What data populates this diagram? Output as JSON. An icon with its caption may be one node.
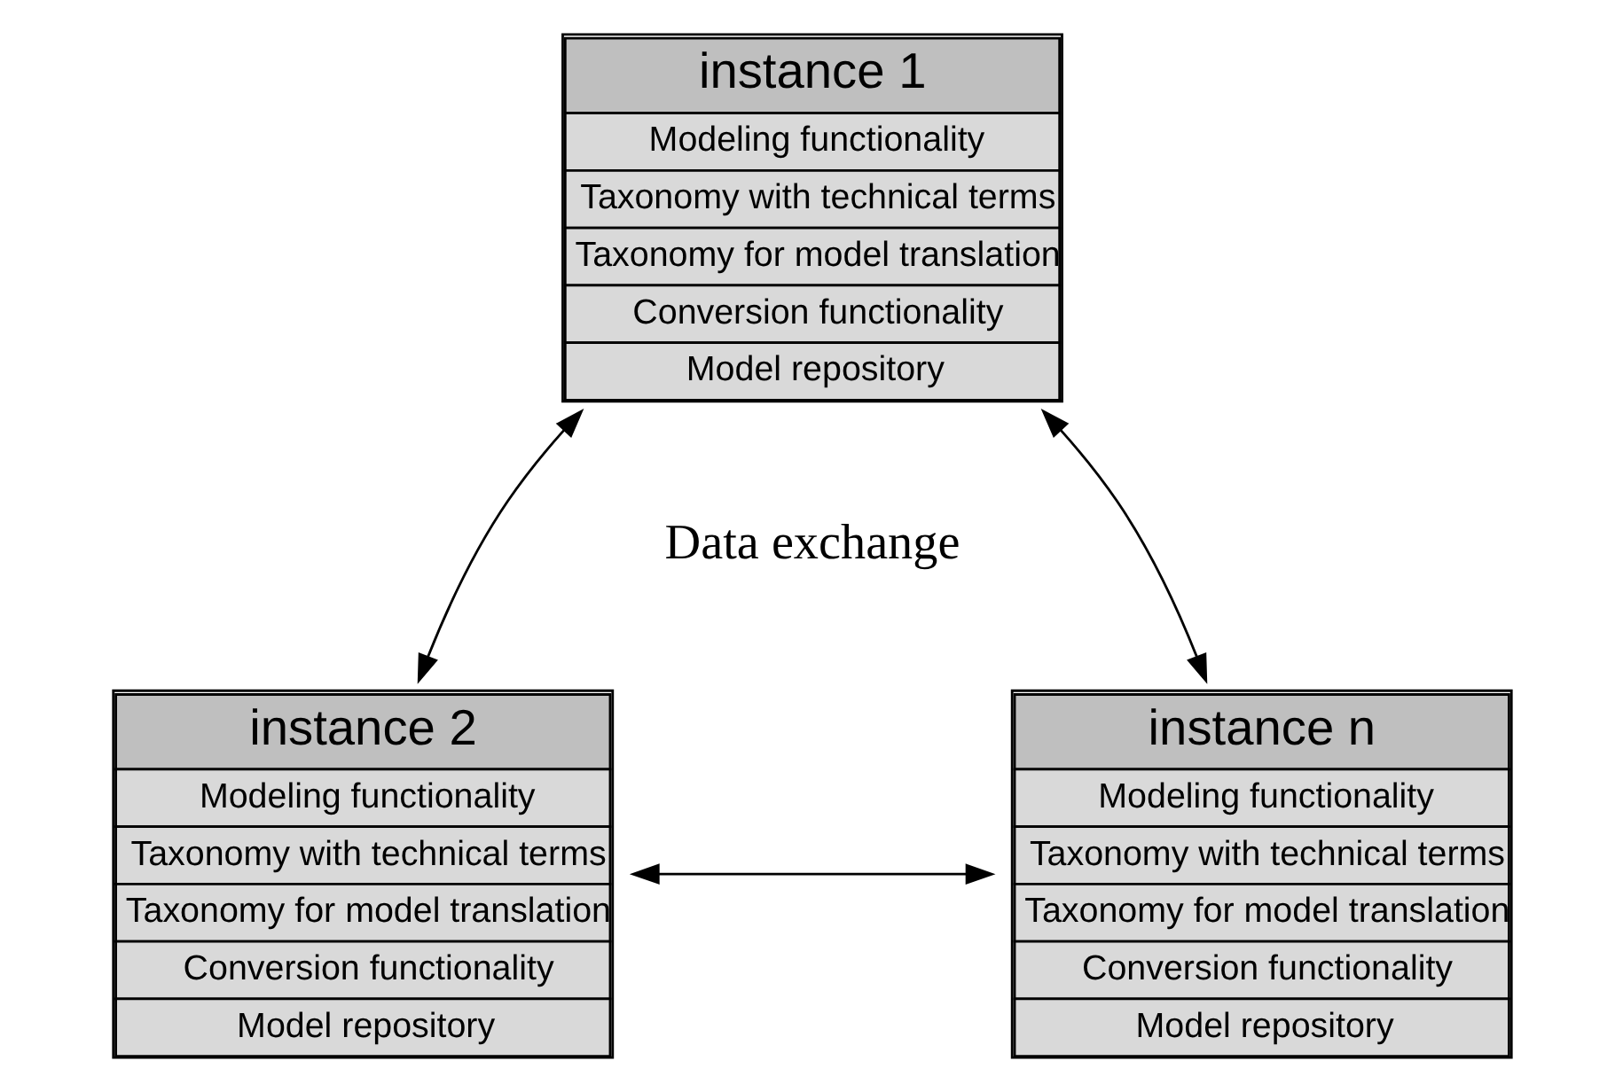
{
  "diagram": {
    "nodes": [
      {
        "text": [
          "instance 1",
          "Modeling functionality",
          "Taxonomy with technical terms",
          "Taxonomy for model translation",
          "Conversion functionality",
          "Model repository"
        ]
      },
      {
        "text": [
          "instance 2",
          "Modeling functionality",
          "Taxonomy with technical terms",
          "Taxonomy for model translation",
          "Conversion functionality",
          "Model repository"
        ]
      },
      {
        "text": [
          "instance n",
          "Modeling functionality",
          "Taxonomy with technical terms",
          "Taxonomy for model translation",
          "Conversion functionality",
          "Model repository"
        ]
      }
    ],
    "edges": [
      {
        "from": 0,
        "to": 1,
        "arrow": "both"
      },
      {
        "from": 0,
        "to": 2,
        "arrow": "both"
      },
      {
        "from": 1,
        "to": 2,
        "arrow": "both"
      }
    ],
    "labels": [
      "Data exchange"
    ]
  }
}
